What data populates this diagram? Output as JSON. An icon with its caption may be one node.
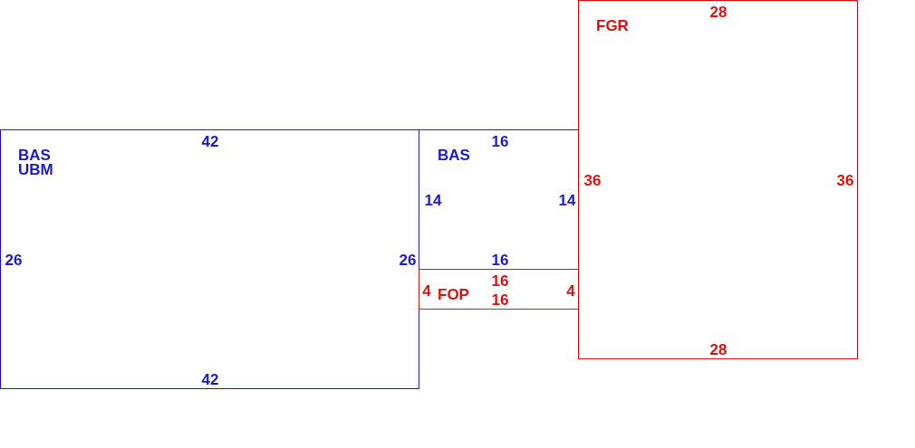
{
  "diagram": {
    "nodes": [
      {
        "text": [
          "BAS",
          "UBM",
          "42",
          "26",
          "26",
          "42"
        ]
      },
      {
        "text": [
          "BAS",
          "16",
          "14",
          "14",
          "16"
        ]
      },
      {
        "text": [
          "FOP",
          "16",
          "4",
          "4",
          "16"
        ]
      },
      {
        "text": [
          "FGR",
          "28",
          "36",
          "36",
          "28"
        ]
      }
    ],
    "edges": []
  }
}
